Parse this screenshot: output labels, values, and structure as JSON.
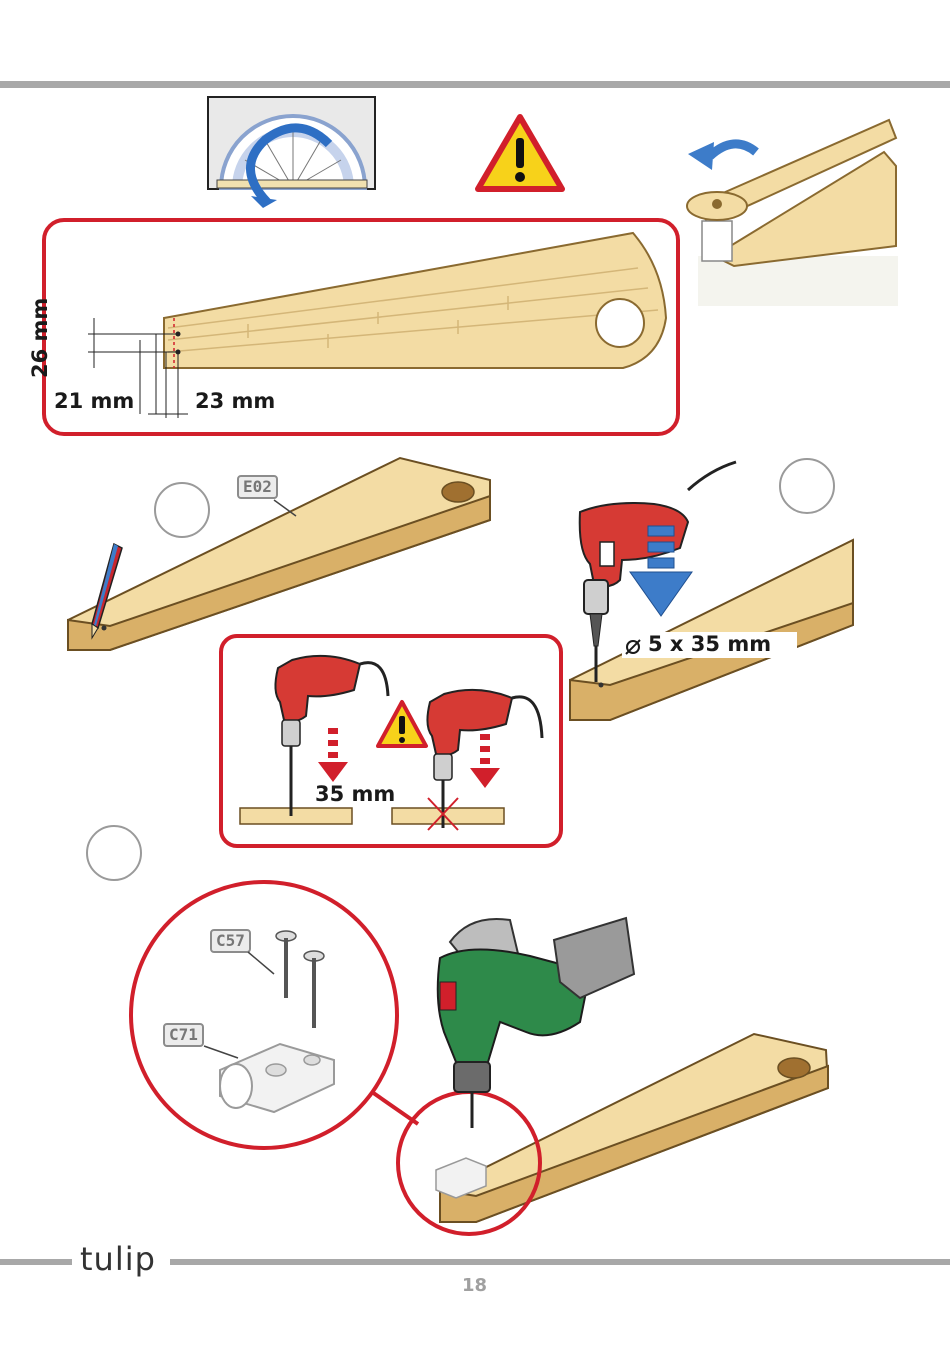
{
  "dimensions": {
    "height_label": "26 mm",
    "left_label": "21 mm",
    "right_label": "23 mm",
    "drill_bit_label": "5 x 35 mm",
    "drill_depth_label": "35 mm"
  },
  "parts": {
    "board_tag": "E02",
    "screw_tag": "C57",
    "bracket_tag": "C71"
  },
  "footer": {
    "brand": "tulip",
    "page_number": "18"
  },
  "colors": {
    "accent_red": "#d11f2b",
    "rule_gray": "#a8a8a8",
    "wood": "#f3dca4",
    "wood_edge": "#c99a4c",
    "warning_yellow": "#f7d21a",
    "arrow_blue": "#3d7cc9"
  },
  "icons": [
    "protractor-icon",
    "warning-icon",
    "rotate-arrow-icon",
    "pencil-icon",
    "drill-icon",
    "cordless-drill-icon",
    "screw-icon",
    "bracket-icon"
  ]
}
